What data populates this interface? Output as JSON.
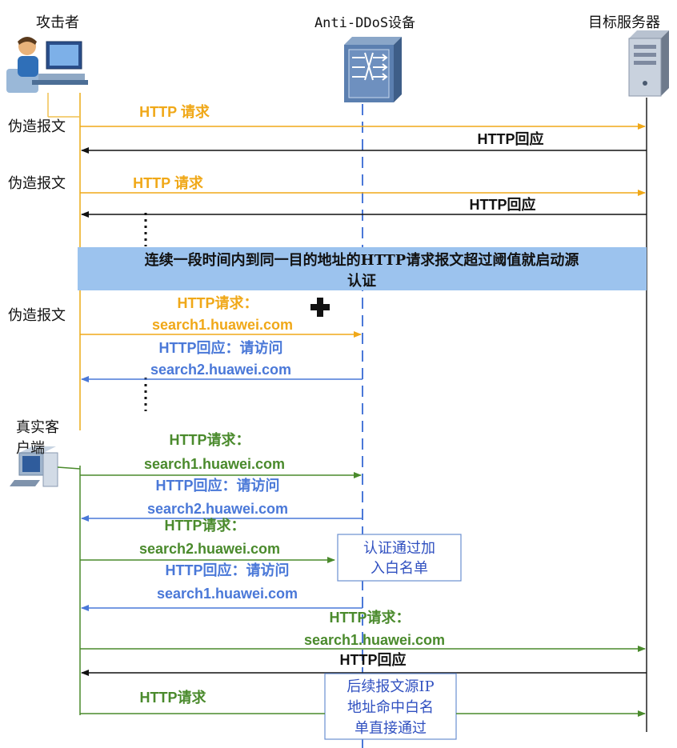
{
  "colors": {
    "orange": "#f0a818",
    "black": "#111111",
    "blue": "#4a78d8",
    "green": "#4a8a2c",
    "banner": "#9cc3ee",
    "box_text": "#3050c0"
  },
  "actors": {
    "attacker": "攻击者",
    "device": "Anti-DDoS设备",
    "server": "目标服务器",
    "real_client": [
      "真实客",
      "户端"
    ]
  },
  "side_labels": {
    "forged1": "伪造报文",
    "forged2": "伪造报文",
    "forged3": "伪造报文"
  },
  "banner": {
    "line1": "连续一段时间内到同一目的地址的HTTP请求报文超过阈值就启动源",
    "line2": "认证"
  },
  "messages": {
    "m1": "HTTP 请求",
    "m2": "HTTP回应",
    "m3": "HTTP 请求",
    "m4": "HTTP回应",
    "m5a": "HTTP请求：",
    "m5b": "search1.huawei.com",
    "m6a": "HTTP回应：请访问",
    "m6b": "search2.huawei.com",
    "m7a": "HTTP请求：",
    "m7b": "search1.huawei.com",
    "m8a": "HTTP回应：请访问",
    "m8b": "search2.huawei.com",
    "m9a": "HTTP请求：",
    "m9b": "search2.huawei.com",
    "m10a": "HTTP回应：请访问",
    "m10b": "search1.huawei.com",
    "m11a": "HTTP请求：",
    "m11b": "search1.huawei.com",
    "m12": "HTTP回应",
    "m13": "HTTP请求"
  },
  "notes": {
    "whitelist": [
      "认证通过加",
      "入白名单"
    ],
    "passthrough": [
      "后续报文源IP",
      "地址命中白名",
      "单直接通过"
    ]
  },
  "icons": {
    "attacker": "attacker-at-computer-icon",
    "device": "anti-ddos-device-icon",
    "server": "server-tower-icon",
    "client": "client-computer-icon",
    "marker": "plus-cross-icon"
  }
}
